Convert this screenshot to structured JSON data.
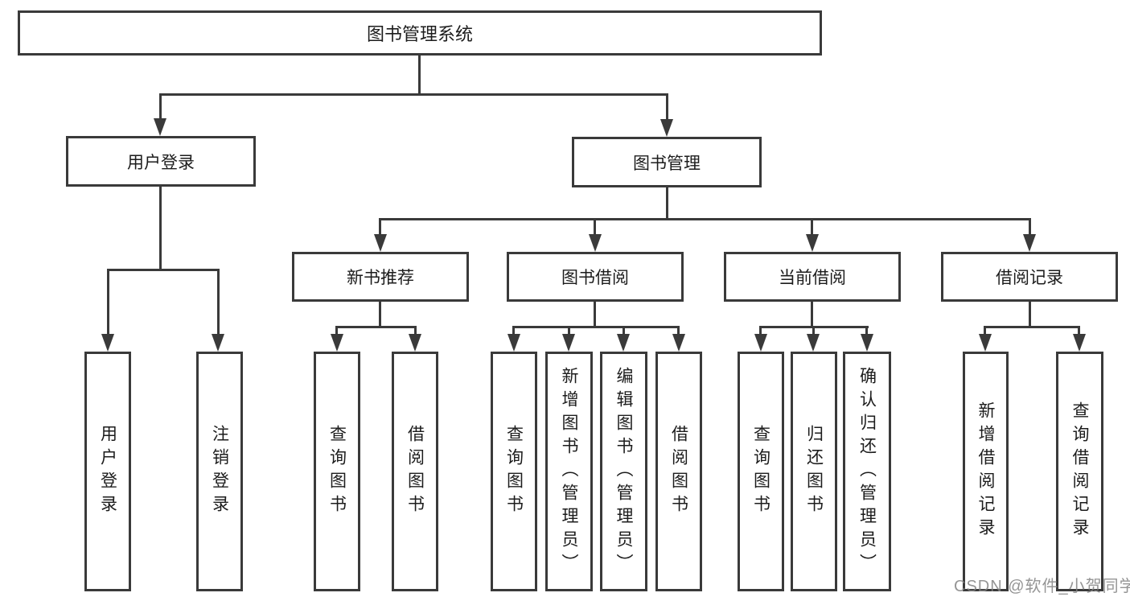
{
  "colors": {
    "background": "#ffffff",
    "line": "#3a3a3a",
    "box_border": "#3a3a3a",
    "text": "#1c1c1c",
    "watermark": "#828282"
  },
  "diagram": {
    "root": "图书管理系统",
    "level2": {
      "user_login": "用户登录",
      "book_management": "图书管理"
    },
    "level3": {
      "new_books": "新书推荐",
      "borrowing": "图书借阅",
      "current": "当前借阅",
      "records": "借阅记录"
    },
    "leaves": {
      "user_login": [
        "用户登录",
        "注销登录"
      ],
      "new_books": [
        "查询图书",
        "借阅图书"
      ],
      "borrowing": [
        "查询图书",
        "新增图书（管理员）",
        "编辑图书（管理员）",
        "借阅图书"
      ],
      "current": [
        "查询图书",
        "归还图书",
        "确认归还（管理员）"
      ],
      "records": [
        "新增借阅记录",
        "查询借阅记录"
      ]
    }
  },
  "watermark": "CSDN @软件_小贺同学"
}
